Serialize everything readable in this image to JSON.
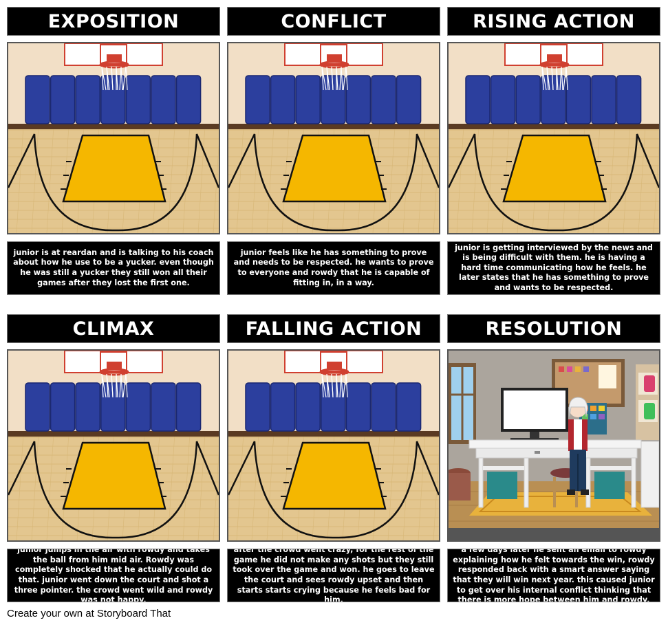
{
  "panels": [
    {
      "title": "EXPOSITION",
      "caption": "junior is at reardan and is talking to his coach about how he use to be a yucker. even though he was still a yucker they still won all their games after they lost the first one."
    },
    {
      "title": "CONFLICT",
      "caption": "junior feels like he has something to prove and needs to be respected. he wants to prove to everyone and rowdy that he is capable of fitting in, in a way."
    },
    {
      "title": "RISING ACTION",
      "caption": "junior is getting interviewed by the news and is being difficult with them. he is having a hard time communicating how he feels. he later states that he has something to prove and wants to be respected."
    },
    {
      "title": "CLIMAX",
      "caption": "junior jumps in the air with rowdy and takes the ball from him mid air. Rowdy was completely shocked that he actually could do that. junior went down the court and shot a three pointer. the crowd went wild and rowdy was not happy."
    },
    {
      "title": "FALLING ACTION",
      "caption": "after the crowd went crazy, for the rest of the game he did not make any shots but they still took over the game and won. he goes to leave the court and sees rowdy upset and then starts starts crying because he feels bad for him."
    },
    {
      "title": "RESOLUTION",
      "caption": "a few days later he sent an email to rowdy explaining how he felt towards the win, rowdy responded back with a smart answer saying that they will win next year. this caused junior to get over his internal conflict thinking that there is more hope between him and rowdy."
    }
  ],
  "footer": "Create your own at Storyboard That"
}
